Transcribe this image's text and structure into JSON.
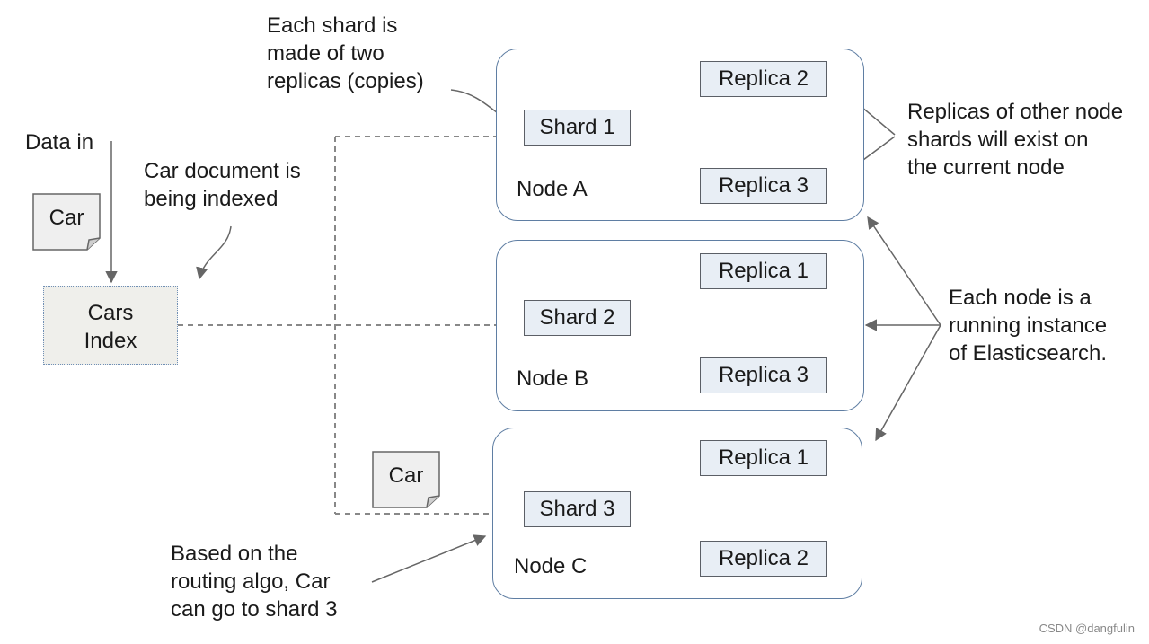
{
  "annotations": {
    "data_in": "Data in",
    "car_being_indexed": [
      "Car document is",
      "being indexed"
    ],
    "shard_replicas": [
      "Each shard is",
      "made of two",
      "replicas (copies)"
    ],
    "replicas_other_nodes": [
      "Replicas of other node",
      "shards will exist on",
      "the current node"
    ],
    "node_instance": [
      "Each node is a",
      "running instance",
      "of Elasticsearch."
    ],
    "routing": [
      "Based on the",
      "routing algo, Car",
      "can go to shard 3"
    ]
  },
  "index": {
    "lines": [
      "Cars",
      "Index"
    ]
  },
  "documents": {
    "top": "Car",
    "routed": "Car"
  },
  "nodes": [
    {
      "label": "Node A",
      "shard": "Shard 1",
      "replicas": [
        "Replica 2",
        "Replica 3"
      ]
    },
    {
      "label": "Node B",
      "shard": "Shard 2",
      "replicas": [
        "Replica 1",
        "Replica 3"
      ]
    },
    {
      "label": "Node C",
      "shard": "Shard 3",
      "replicas": [
        "Replica 1",
        "Replica 2"
      ]
    }
  ],
  "watermark": "CSDN @dangfulin",
  "colors": {
    "node_border": "#5f7ea3",
    "box_fill": "#e8eef5",
    "index_fill": "#efefeb",
    "connector": "#777777"
  }
}
